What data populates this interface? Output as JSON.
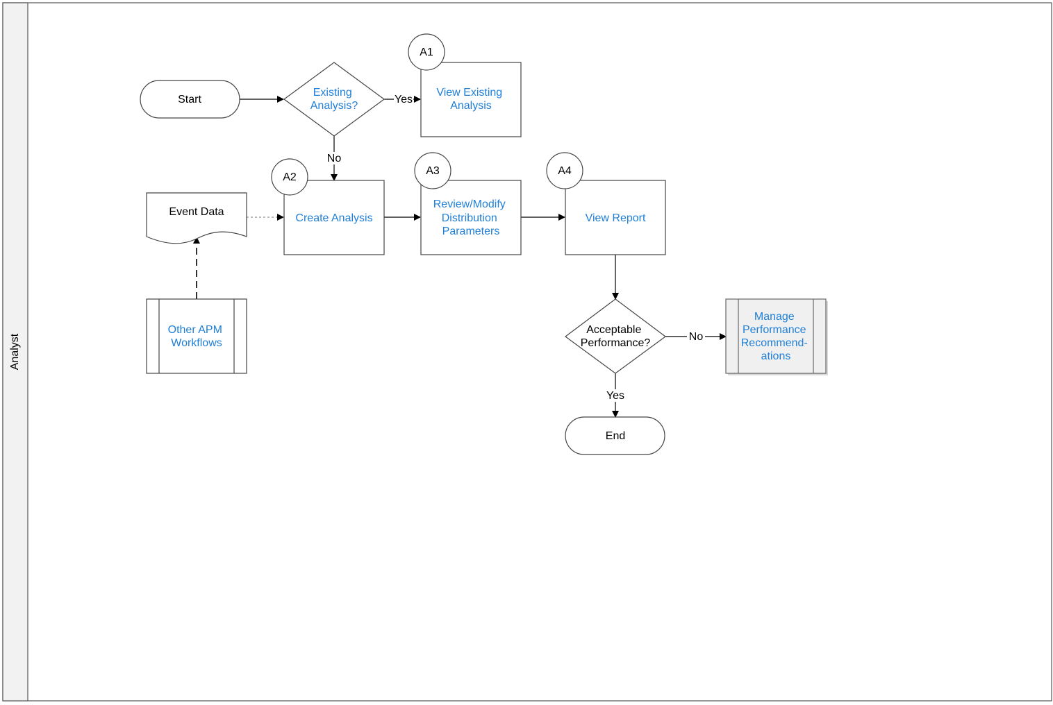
{
  "lane": {
    "label": "Analyst"
  },
  "nodes": {
    "start": {
      "label": "Start"
    },
    "existing_decision": {
      "lines": [
        "Existing",
        "Analysis?"
      ]
    },
    "view_existing": {
      "lines": [
        "View Existing",
        "Analysis"
      ],
      "step": "A1"
    },
    "create_analysis": {
      "lines": [
        "Create Analysis"
      ],
      "step": "A2"
    },
    "review_modify": {
      "lines": [
        "Review/Modify",
        "Distribution",
        "Parameters"
      ],
      "step": "A3"
    },
    "view_report": {
      "lines": [
        "View Report"
      ],
      "step": "A4"
    },
    "event_data": {
      "label": "Event Data"
    },
    "other_apm": {
      "lines": [
        "Other APM",
        "Workflows"
      ]
    },
    "acceptable_decision": {
      "lines": [
        "Acceptable",
        "Performance?"
      ]
    },
    "manage_recs": {
      "lines": [
        "Manage",
        "Performance",
        "Recommend-",
        "ations"
      ]
    },
    "end": {
      "label": "End"
    }
  },
  "edges": {
    "existing_yes": "Yes",
    "existing_no": "No",
    "acceptable_no": "No",
    "acceptable_yes": "Yes"
  },
  "colors": {
    "link_text": "#1f7fd8",
    "outline": "#444444",
    "lane_header": "#f2f2f2",
    "subprocess_fill": "#f0f0f0"
  }
}
